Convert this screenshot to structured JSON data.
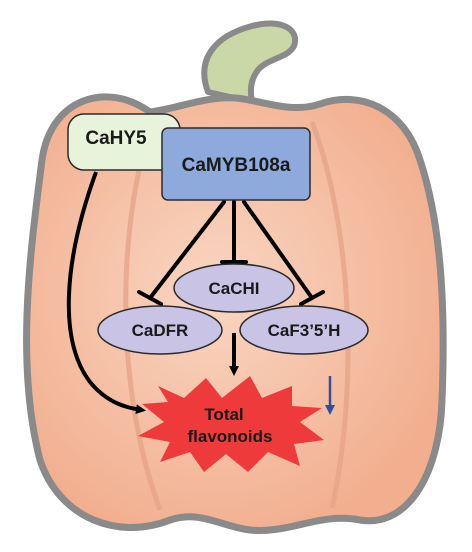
{
  "nodes": {
    "cahy5": {
      "label": "CaHY5"
    },
    "camyb108a": {
      "label": "CaMYB108a"
    },
    "cachi": {
      "label": "CaCHI"
    },
    "cadfr": {
      "label": "CaDFR"
    },
    "caf35h": {
      "label": "CaF3’5’H"
    },
    "total_flavonoids": {
      "line1": "Total",
      "line2": "flavonoids"
    }
  },
  "colors": {
    "pepper_body": "#f6c2a6",
    "pepper_outline": "#8a8a8a",
    "stem": "#c9d8a6",
    "cahy5_fill": "#e8f3dc",
    "camyb108a_fill": "#8ea9db",
    "enzyme_fill": "#c9c3e6",
    "burst_fill": "#ee3a3a",
    "down_arrow": "#2f4f9e"
  },
  "icons": {
    "pepper": "bell-pepper-illustration",
    "down_arrow": "down-arrow-icon"
  }
}
